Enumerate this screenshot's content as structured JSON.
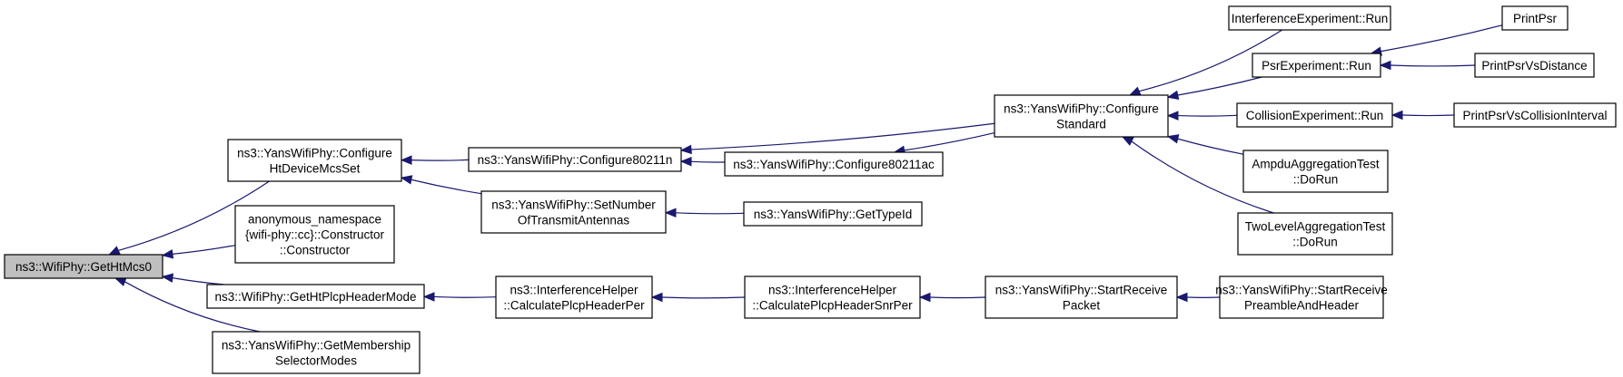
{
  "colors": {
    "edge": "#191970",
    "node_border": "#000000",
    "node_fill": "#ffffff",
    "highlight_fill": "#bfbfbf",
    "text": "#000000"
  },
  "nodes": [
    {
      "id": "GetHtMcs0",
      "lines": [
        "ns3::WifiPhy::GetHtMcs0"
      ],
      "highlight": true
    },
    {
      "id": "ConfigureHtDeviceMcsSet",
      "lines": [
        "ns3::YansWifiPhy::Configure",
        "HtDeviceMcsSet"
      ]
    },
    {
      "id": "AnonConstructor",
      "lines": [
        "anonymous_namespace",
        "{wifi-phy::cc}::Constructor",
        "::Constructor"
      ]
    },
    {
      "id": "GetHtPlcpHeaderMode",
      "lines": [
        "ns3::WifiPhy::GetHtPlcpHeaderMode"
      ]
    },
    {
      "id": "GetMembershipSelectorModes",
      "lines": [
        "ns3::YansWifiPhy::GetMembership",
        "SelectorModes"
      ]
    },
    {
      "id": "Configure80211n",
      "lines": [
        "ns3::YansWifiPhy::Configure80211n"
      ]
    },
    {
      "id": "SetNumberOfTransmitAntennas",
      "lines": [
        "ns3::YansWifiPhy::SetNumber",
        "OfTransmitAntennas"
      ]
    },
    {
      "id": "CalculatePlcpHeaderPer",
      "lines": [
        "ns3::InterferenceHelper",
        "::CalculatePlcpHeaderPer"
      ]
    },
    {
      "id": "Configure80211ac",
      "lines": [
        "ns3::YansWifiPhy::Configure80211ac"
      ]
    },
    {
      "id": "GetTypeId",
      "lines": [
        "ns3::YansWifiPhy::GetTypeId"
      ]
    },
    {
      "id": "CalculatePlcpHeaderSnrPer",
      "lines": [
        "ns3::InterferenceHelper",
        "::CalculatePlcpHeaderSnrPer"
      ]
    },
    {
      "id": "ConfigureStandard",
      "lines": [
        "ns3::YansWifiPhy::Configure",
        "Standard"
      ]
    },
    {
      "id": "StartReceivePacket",
      "lines": [
        "ns3::YansWifiPhy::StartReceive",
        "Packet"
      ]
    },
    {
      "id": "StartReceivePreambleAndHeader",
      "lines": [
        "ns3::YansWifiPhy::StartReceive",
        "PreambleAndHeader"
      ]
    },
    {
      "id": "InterferenceExperimentRun",
      "lines": [
        "InterferenceExperiment::Run"
      ]
    },
    {
      "id": "PsrExperimentRun",
      "lines": [
        "PsrExperiment::Run"
      ]
    },
    {
      "id": "CollisionExperimentRun",
      "lines": [
        "CollisionExperiment::Run"
      ]
    },
    {
      "id": "AmpduAggregationTestDoRun",
      "lines": [
        "AmpduAggregationTest",
        "::DoRun"
      ]
    },
    {
      "id": "TwoLevelAggregationTestDoRun",
      "lines": [
        "TwoLevelAggregationTest",
        "::DoRun"
      ]
    },
    {
      "id": "PrintPsr",
      "lines": [
        "PrintPsr"
      ]
    },
    {
      "id": "PrintPsrVsDistance",
      "lines": [
        "PrintPsrVsDistance"
      ]
    },
    {
      "id": "PrintPsrVsCollisionInterval",
      "lines": [
        "PrintPsrVsCollisionInterval"
      ]
    }
  ],
  "edges": [
    {
      "from": "ConfigureHtDeviceMcsSet",
      "to": "GetHtMcs0"
    },
    {
      "from": "AnonConstructor",
      "to": "GetHtMcs0"
    },
    {
      "from": "GetHtPlcpHeaderMode",
      "to": "GetHtMcs0"
    },
    {
      "from": "GetMembershipSelectorModes",
      "to": "GetHtMcs0"
    },
    {
      "from": "Configure80211n",
      "to": "ConfigureHtDeviceMcsSet"
    },
    {
      "from": "SetNumberOfTransmitAntennas",
      "to": "ConfigureHtDeviceMcsSet"
    },
    {
      "from": "ConfigureStandard",
      "to": "Configure80211n"
    },
    {
      "from": "Configure80211ac",
      "to": "Configure80211n"
    },
    {
      "from": "ConfigureStandard",
      "to": "Configure80211ac"
    },
    {
      "from": "GetTypeId",
      "to": "SetNumberOfTransmitAntennas"
    },
    {
      "from": "CalculatePlcpHeaderPer",
      "to": "GetHtPlcpHeaderMode"
    },
    {
      "from": "CalculatePlcpHeaderSnrPer",
      "to": "CalculatePlcpHeaderPer"
    },
    {
      "from": "StartReceivePacket",
      "to": "CalculatePlcpHeaderSnrPer"
    },
    {
      "from": "StartReceivePreambleAndHeader",
      "to": "StartReceivePacket"
    },
    {
      "from": "InterferenceExperimentRun",
      "to": "ConfigureStandard"
    },
    {
      "from": "PsrExperimentRun",
      "to": "ConfigureStandard"
    },
    {
      "from": "CollisionExperimentRun",
      "to": "ConfigureStandard"
    },
    {
      "from": "AmpduAggregationTestDoRun",
      "to": "ConfigureStandard"
    },
    {
      "from": "TwoLevelAggregationTestDoRun",
      "to": "ConfigureStandard"
    },
    {
      "from": "PrintPsr",
      "to": "PsrExperimentRun"
    },
    {
      "from": "PrintPsrVsDistance",
      "to": "PsrExperimentRun"
    },
    {
      "from": "PrintPsrVsCollisionInterval",
      "to": "CollisionExperimentRun"
    }
  ]
}
